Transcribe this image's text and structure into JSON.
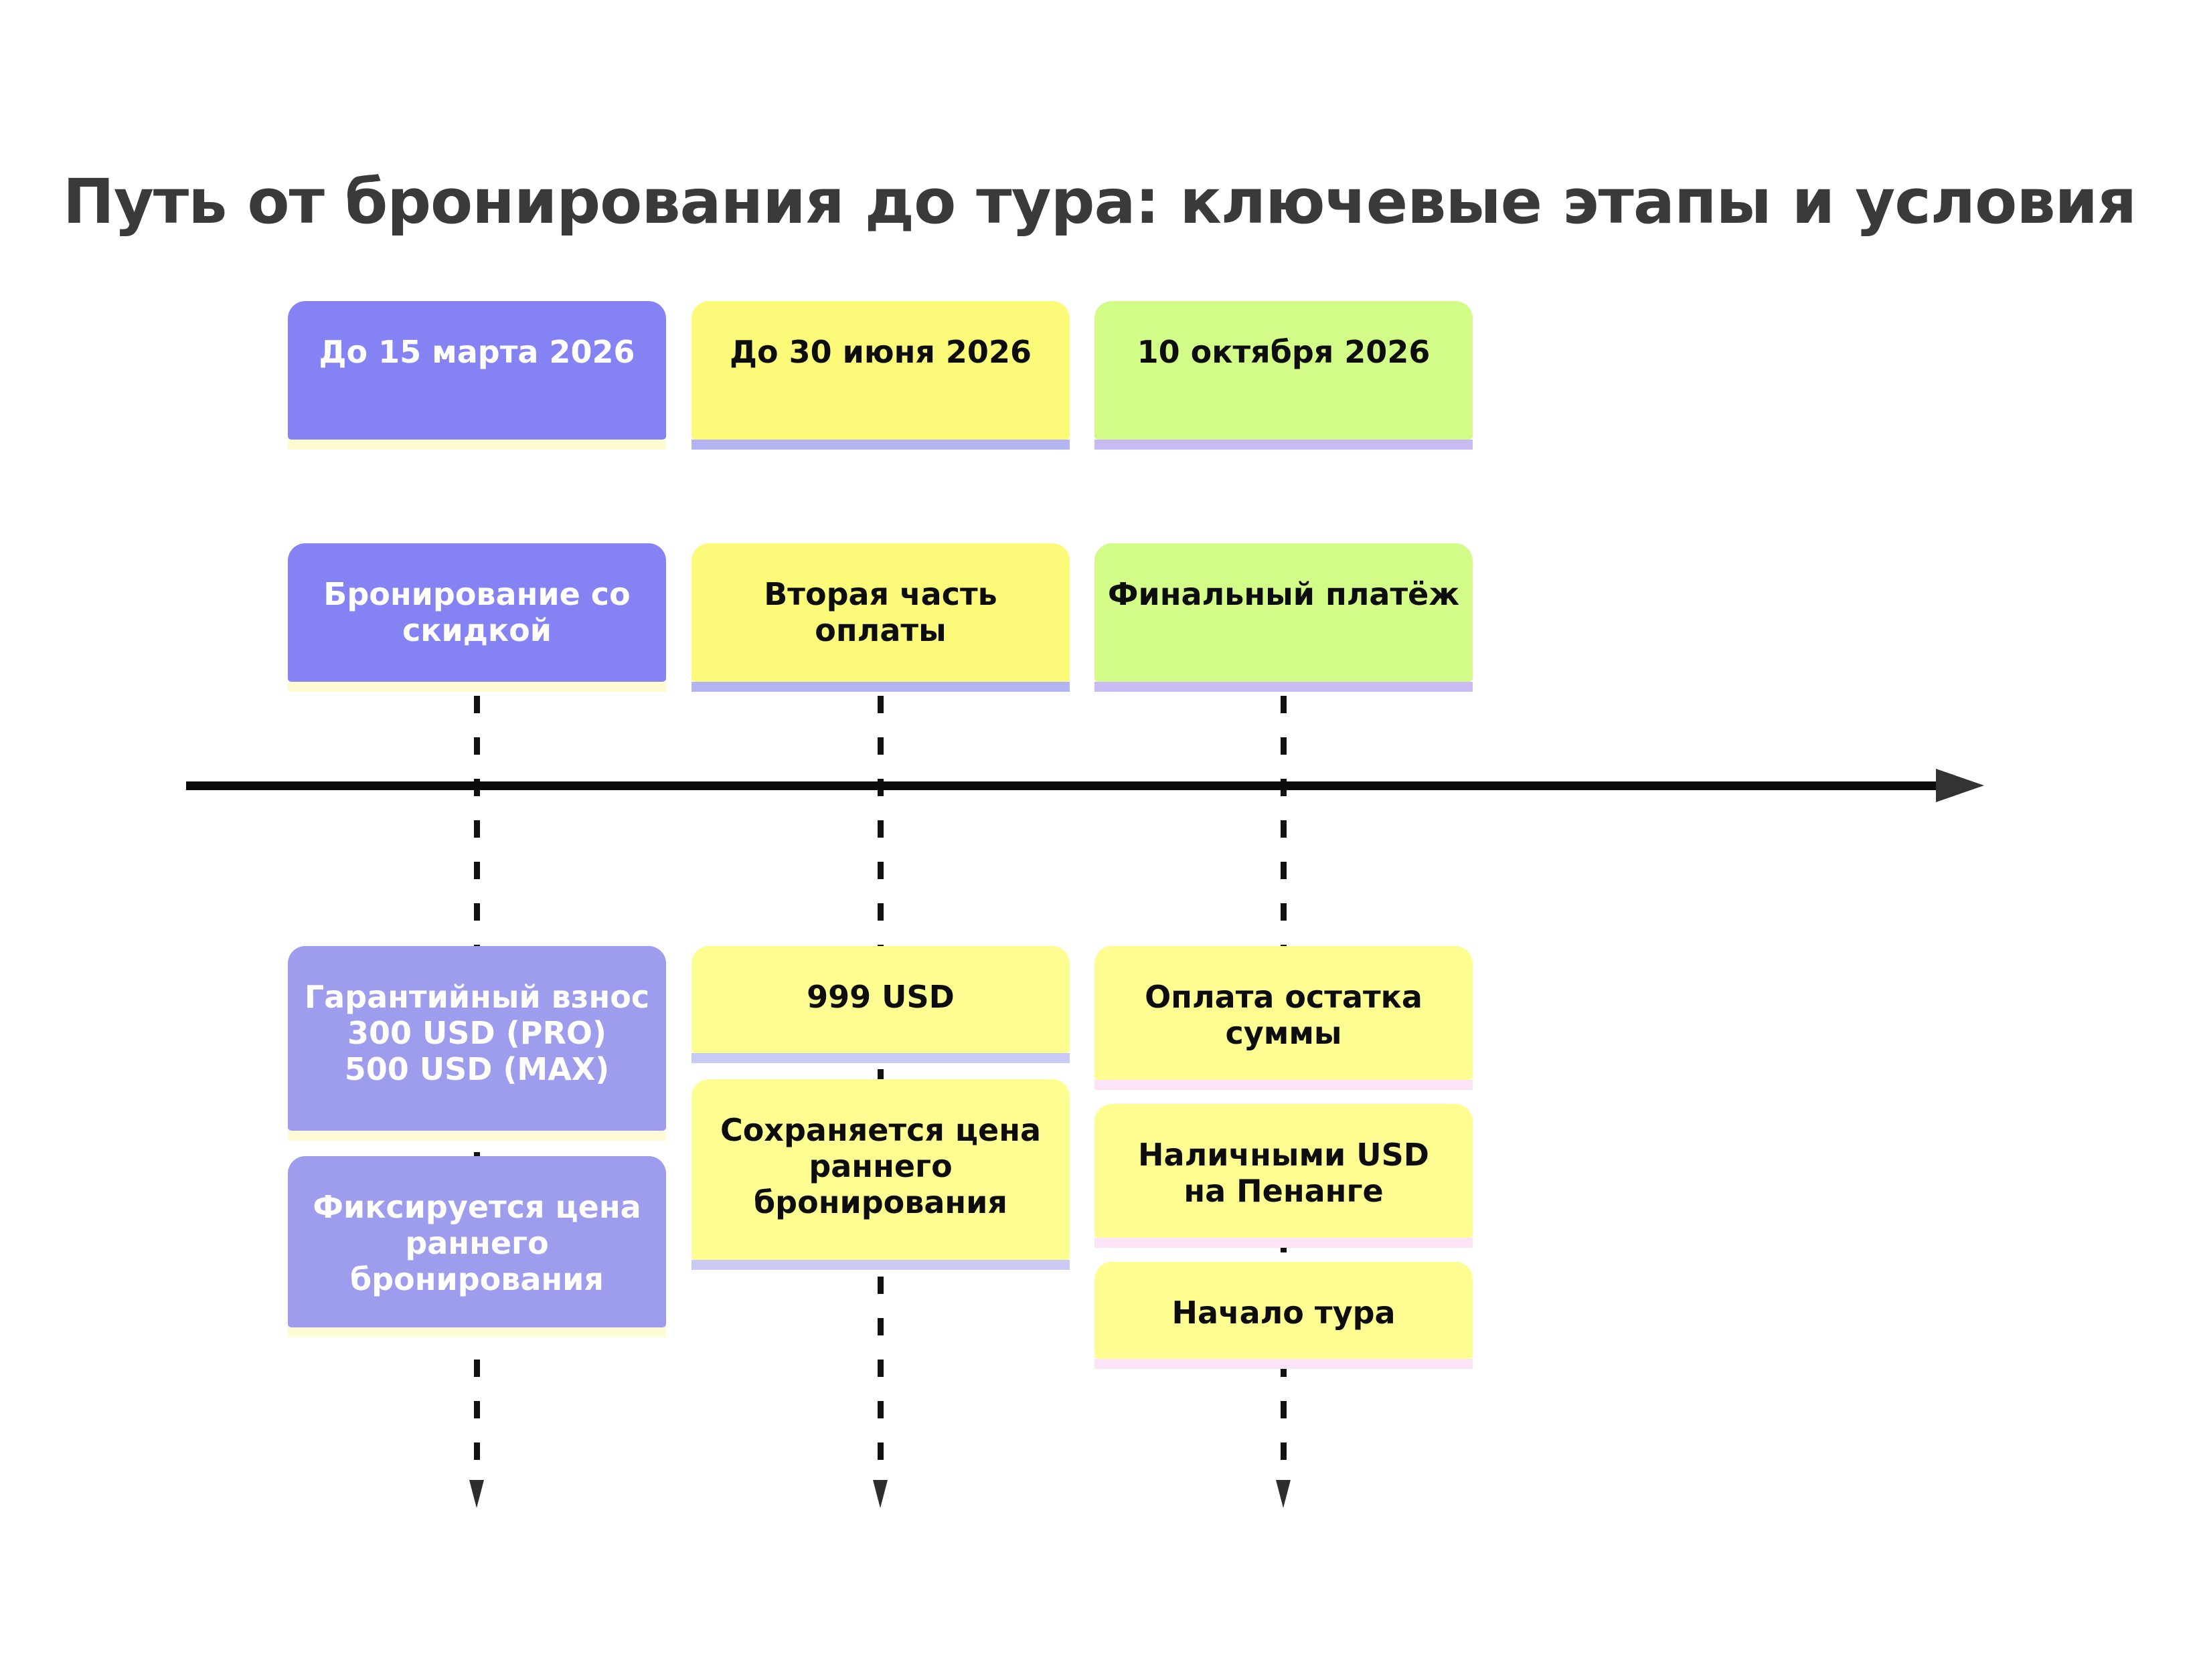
{
  "title": "Путь от бронирования до тура: ключевые этапы и условия",
  "timeline": {
    "type": "horizontal-arrow",
    "direction": "left-to-right",
    "connector_style": "dashed-vertical-arrows"
  },
  "columns": [
    {
      "date_label": "До 15 марта 2026",
      "stage_label": "Бронирование со\nскидкой",
      "details": [
        "Гарантийный взнос\n300 USD (PRO)\n500 USD (MAX)",
        "Фиксируется цена\nраннего\nбронирования"
      ]
    },
    {
      "date_label": "До 30 июня 2026",
      "stage_label": "Вторая часть\nоплаты",
      "details": [
        "999 USD",
        "Сохраняется цена\nраннего\nбронирования"
      ]
    },
    {
      "date_label": "10 октября 2026",
      "stage_label": "Финальный платёж",
      "details": [
        "Оплата остатка\nсуммы",
        "Наличными USD\nна Пенанге",
        "Начало тура"
      ]
    }
  ],
  "colors": {
    "background": "#ffffff",
    "title_text": "#3a3a3a",
    "column1_card": "#8583f4",
    "column1_detail_card": "#9e9cec",
    "column1_text": "#ffffff",
    "column2_card": "#fbfb79",
    "column2_detail_card": "#fdfd92",
    "column3_card": "#d3fb87",
    "column3_detail_card": "#fdfd92",
    "dark_text": "#0d0d0d",
    "strip_under_purple": "#fffbd0",
    "strip_under_yellow_top": "#b4b4f2",
    "strip_under_yellow_mid": "#c9c9f5",
    "strip_under_yellow_right": "#fbe3f8",
    "strip_under_green": "#cabaf4",
    "axis_line": "#0b0b0b",
    "arrowhead": "#333333"
  }
}
